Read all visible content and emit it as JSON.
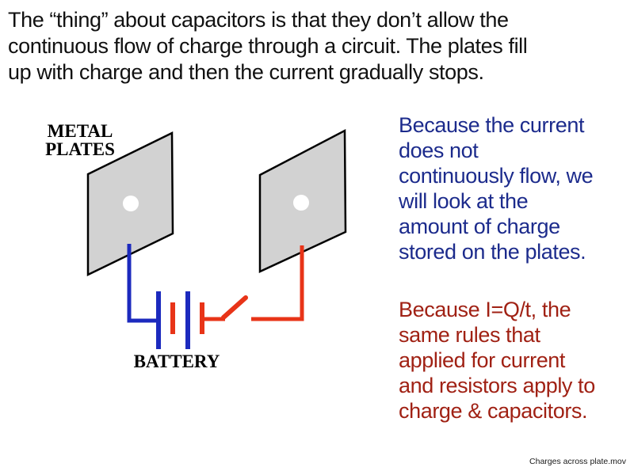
{
  "slide": {
    "title_lines": [
      "The “thing” about capacitors is that they don’t allow the",
      "continuous flow of charge through a circuit. The plates fill",
      "up with charge and then the current gradually stops."
    ]
  },
  "diagram": {
    "plates_label_line1": "METAL",
    "plates_label_line2": "PLATES",
    "battery_label": "BATTERY",
    "colors": {
      "plate_fill": "#d2d2d2",
      "plate_outline": "#000000",
      "plate_hole": "#ffffff",
      "wire_blue": "#1c2abe",
      "wire_red": "#e83418"
    }
  },
  "notes": {
    "blue_color": "#1c2b8c",
    "blue_lines": [
      "Because the current",
      "does not",
      "continuously flow, we",
      "will look at the",
      "amount of charge",
      "stored on the plates."
    ],
    "red_color": "#a02114",
    "red_lines": [
      "Because I=Q/t, the",
      "same rules that",
      "applied for current",
      "and resistors apply to",
      "charge & capacitors."
    ]
  },
  "footer": {
    "movie_link_label": "Charges across plate.mov"
  }
}
